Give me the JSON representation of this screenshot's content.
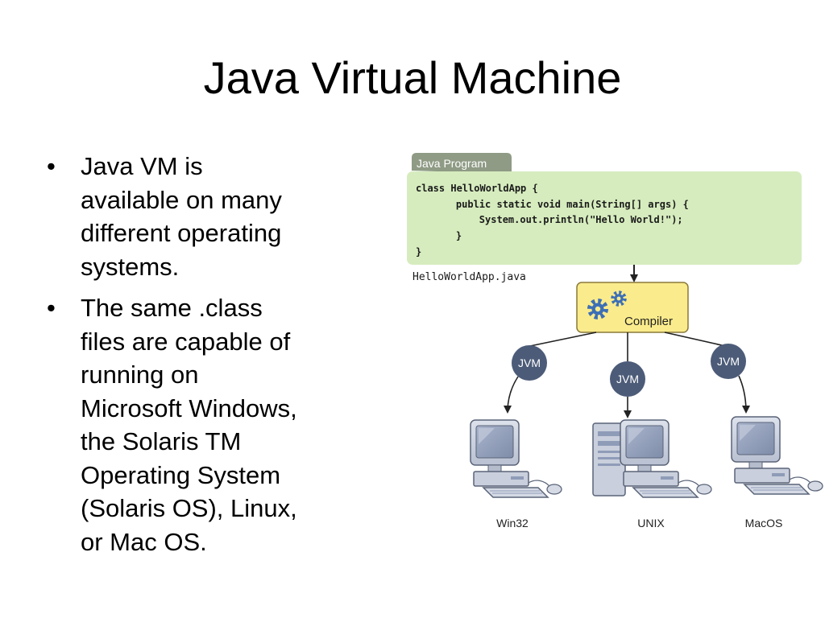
{
  "slide": {
    "title": "Java Virtual Machine",
    "bullets": [
      {
        "marker": "•",
        "lines": [
          "Java VM is",
          "available on many",
          "different operating",
          "systems."
        ]
      },
      {
        "marker": "•",
        "lines": [
          "The same .class",
          "files are capable of",
          "running on",
          "Microsoft Windows,",
          "the Solaris TM",
          "Operating System",
          "(Solaris OS), Linux,",
          "or Mac OS."
        ]
      }
    ]
  },
  "diagram": {
    "program_tab": "Java Program",
    "code_lines": [
      "class HelloWorldApp {",
      "    public static void main(String[] args) {",
      "        System.out.println(\"Hello World!\");",
      "    }",
      "}"
    ],
    "filename": "HelloWorldApp.java",
    "compiler_label": "Compiler",
    "jvm_labels": [
      "JVM",
      "JVM",
      "JVM"
    ],
    "platforms": [
      "Win32",
      "UNIX",
      "MacOS"
    ],
    "colors": {
      "code_bg": "#d6ecbe",
      "tab_bg": "#8f9b85",
      "compiler_bg": "#faeb8c",
      "jvm_bg": "#4c5b78",
      "computer_body": "#c9cfdc",
      "screen": "#8f9cb8"
    }
  }
}
